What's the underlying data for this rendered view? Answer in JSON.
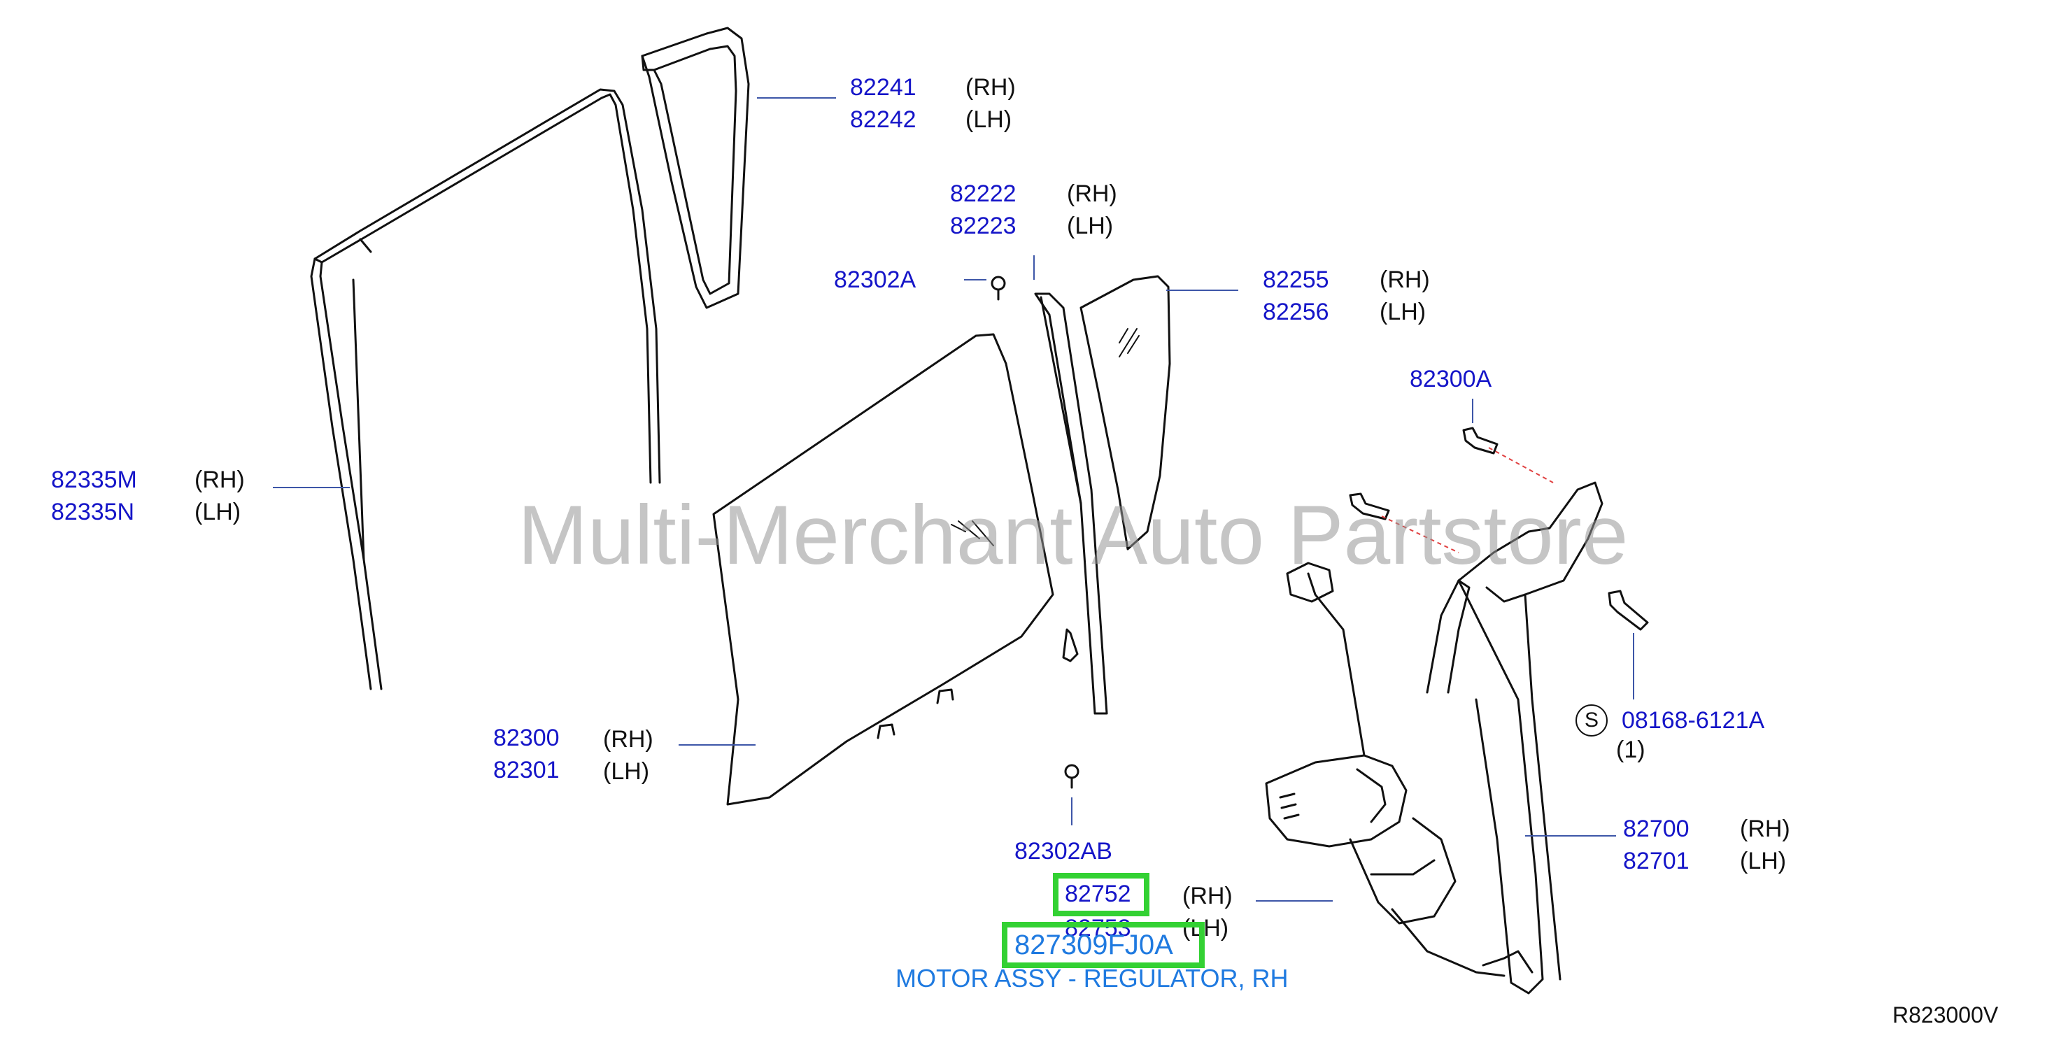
{
  "watermark": "Multi-Merchant Auto Partstore",
  "diagram_ref": "R823000V",
  "highlight": {
    "part_number": "827309FJ0A",
    "description": "MOTOR ASSY - REGULATOR, RH"
  },
  "callouts": {
    "c82241": {
      "rh": "82241",
      "lh": "82242",
      "rh_tag": "(RH)",
      "lh_tag": "(LH)"
    },
    "c82222": {
      "rh": "82222",
      "lh": "82223",
      "rh_tag": "(RH)",
      "lh_tag": "(LH)"
    },
    "c82302A": {
      "label": "82302A"
    },
    "c82255": {
      "rh": "82255",
      "lh": "82256",
      "rh_tag": "(RH)",
      "lh_tag": "(LH)"
    },
    "c82300A": {
      "label": "82300A"
    },
    "c82335": {
      "rh": "82335M",
      "lh": "82335N",
      "rh_tag": "(RH)",
      "lh_tag": "(LH)"
    },
    "c08168": {
      "badge": "S",
      "label": "08168-6121A",
      "qty": "(1)"
    },
    "c82300": {
      "rh": "82300",
      "lh": "82301",
      "rh_tag": "(RH)",
      "lh_tag": "(LH)"
    },
    "c82302AB": {
      "label": "82302AB"
    },
    "c82700": {
      "rh": "82700",
      "lh": "82701",
      "rh_tag": "(RH)",
      "lh_tag": "(LH)"
    },
    "c82752": {
      "rh": "82752",
      "lh": "82753",
      "rh_tag": "(RH)",
      "lh_tag": "(LH)"
    }
  },
  "colors": {
    "part_number": "#1515c8",
    "highlight_box": "#33d133",
    "highlight_text": "#1f7ae0",
    "leader_dashed": "#e04040"
  }
}
